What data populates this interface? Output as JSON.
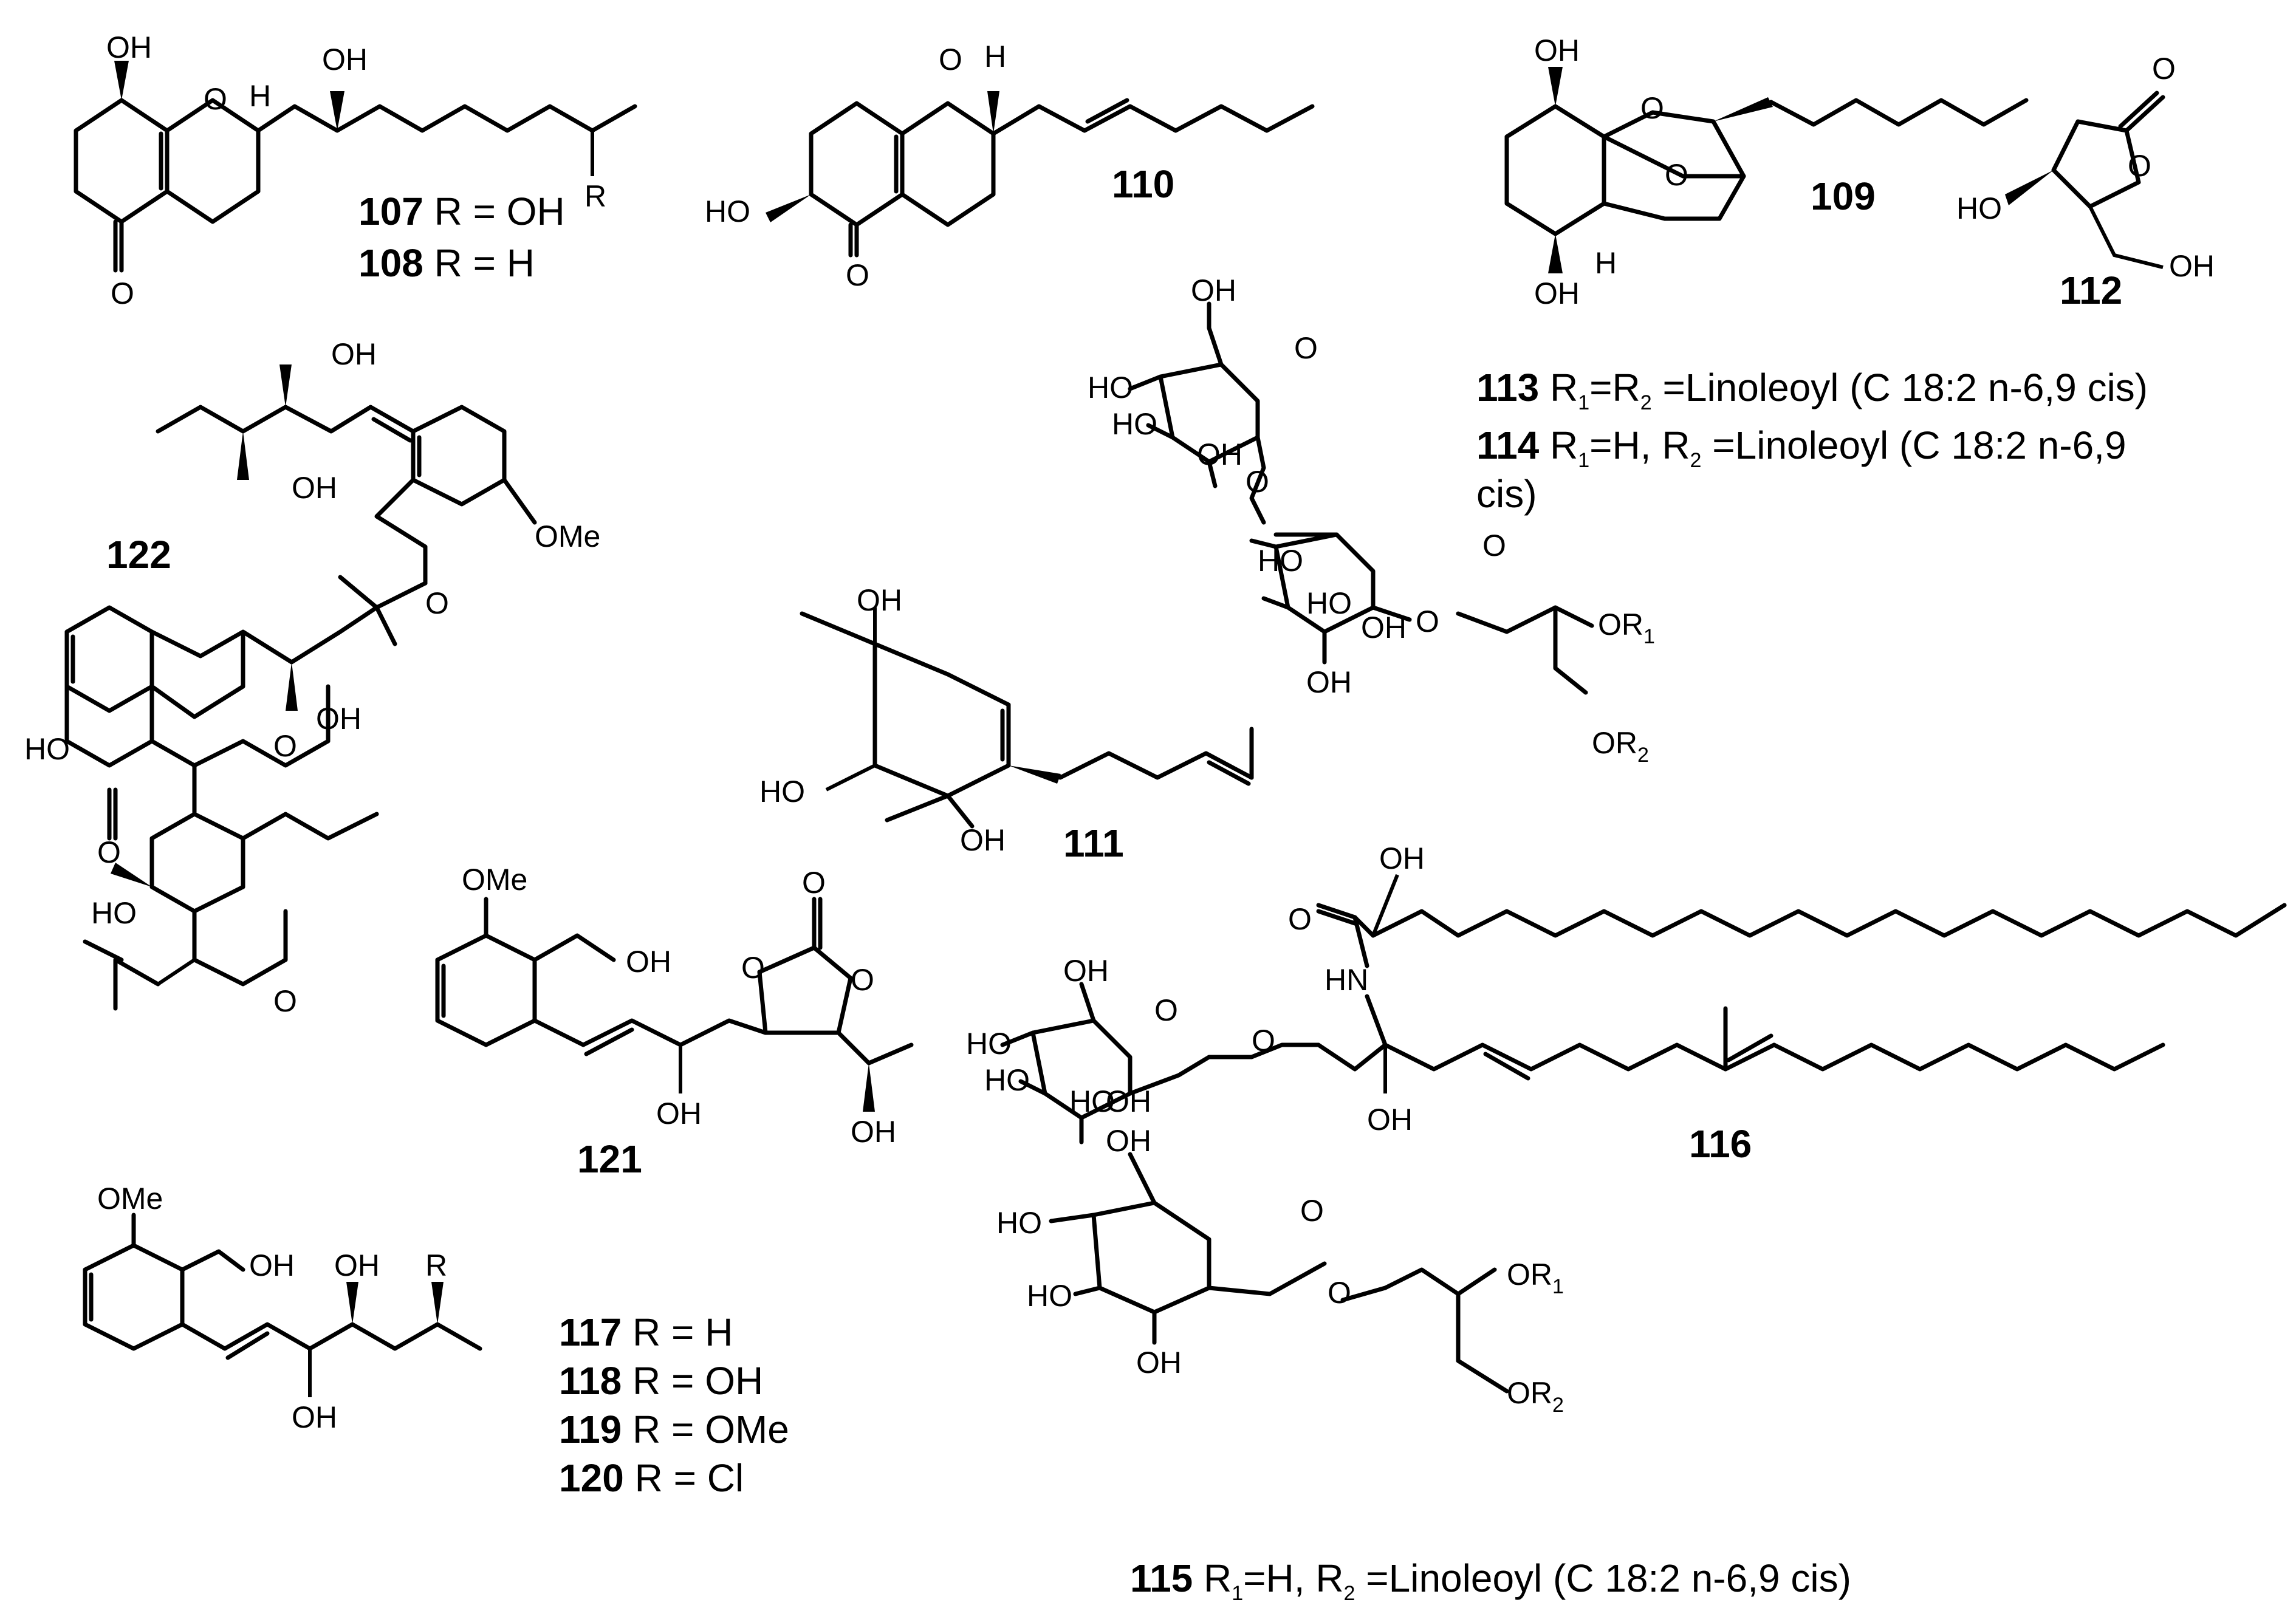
{
  "atoms": {
    "OH": "OH",
    "HO": "HO",
    "O": "O",
    "H": "H",
    "R": "R",
    "OMe": "OMe",
    "HN": "HN",
    "OR1_base": "OR",
    "OR2_base": "OR",
    "sub1": "1",
    "sub2": "2"
  },
  "compounds": {
    "c107": {
      "number": "107",
      "text": " R = OH"
    },
    "c108": {
      "number": "108",
      "text": " R = H"
    },
    "c110": {
      "number": "110"
    },
    "c109": {
      "number": "109"
    },
    "c112": {
      "number": "112"
    },
    "c113": {
      "number": "113",
      "r1": " R",
      "mid": "=R",
      "tail": " =Linoleoyl (C 18:2 n-6,9 cis)"
    },
    "c114": {
      "number": "114",
      "r1": " R",
      "mid": "=H, R",
      "tail": " =Linoleoyl (C 18:2 n-6,9",
      "wrap": "cis)"
    },
    "c122": {
      "number": "122"
    },
    "c111": {
      "number": "111"
    },
    "c121": {
      "number": "121"
    },
    "c116": {
      "number": "116"
    },
    "c117": {
      "number": "117",
      "text": " R = H"
    },
    "c118": {
      "number": "118",
      "text": " R = OH"
    },
    "c119": {
      "number": "119",
      "text": " R = OMe"
    },
    "c120": {
      "number": "120",
      "text": " R = Cl"
    },
    "c115": {
      "number": "115",
      "r1": " R",
      "mid": "=H, R",
      "tail": " =Linoleoyl (C 18:2 n-6,9 cis)"
    }
  }
}
